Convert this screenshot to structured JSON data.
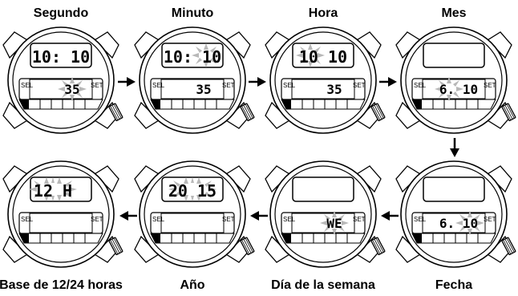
{
  "labels": {
    "segundo": "Segundo",
    "minuto": "Minuto",
    "hora": "Hora",
    "mes": "Mes",
    "fecha": "Fecha",
    "dia_semana": "Día de la semana",
    "ano": "Año",
    "base_horas": "Base de 12/24 horas"
  },
  "watch": {
    "sel": "SEL",
    "set": "SET"
  },
  "displays": {
    "segundo": {
      "top": "10: 10",
      "bottom": "35"
    },
    "minuto": {
      "top": "10: 10",
      "bottom": "35"
    },
    "hora": {
      "top": "10 10",
      "bottom": "35"
    },
    "mes": {
      "top": "",
      "bottom": "6. 10"
    },
    "fecha": {
      "top": "",
      "bottom": "6. 10"
    },
    "dia_semana": {
      "top": "",
      "bottom": "WE"
    },
    "ano": {
      "top": "20 15",
      "bottom": ""
    },
    "base_horas": {
      "top": "12 H",
      "bottom": ""
    }
  }
}
